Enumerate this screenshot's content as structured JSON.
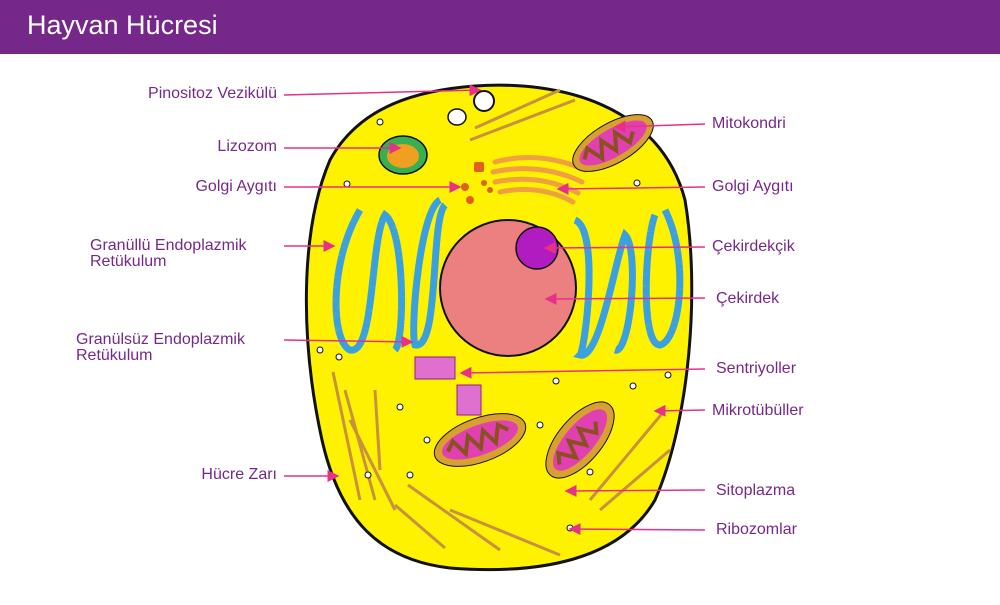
{
  "header": {
    "title": "Hayvan Hücresi"
  },
  "labels_left": [
    {
      "id": "pinositoz-vezikulu",
      "text": "Pinositoz Vezikülü"
    },
    {
      "id": "lizozom",
      "text": "Lizozom"
    },
    {
      "id": "golgi-aygiti-left",
      "text": "Golgi Aygıtı"
    },
    {
      "id": "granullu-er",
      "text": "Granüllü Endoplazmik",
      "text2": "Retükulum"
    },
    {
      "id": "granulsuz-er",
      "text": "Granülsüz Endoplazmik",
      "text2": "Retükulum"
    },
    {
      "id": "hucre-zari",
      "text": "Hücre Zarı"
    }
  ],
  "labels_right": [
    {
      "id": "mitokondri",
      "text": "Mitokondri"
    },
    {
      "id": "golgi-aygiti-right",
      "text": "Golgi Aygıtı"
    },
    {
      "id": "cekirdekcik",
      "text": "Çekirdekçik"
    },
    {
      "id": "cekirdek",
      "text": "Çekirdek"
    },
    {
      "id": "sentriyoller",
      "text": "Sentriyoller"
    },
    {
      "id": "mikrotubuller",
      "text": "Mikrotübüller"
    },
    {
      "id": "sitoplazma",
      "text": "Sitoplazma"
    },
    {
      "id": "ribozomlar",
      "text": "Ribozomlar"
    }
  ],
  "colors": {
    "header": "#76288a",
    "label": "#76288a",
    "arrow": "#e8308a",
    "cytoplasm": "#fff200",
    "nucleus": "#ec8080",
    "nucleolus": "#b01cc0",
    "er": "#3aa0e0"
  }
}
